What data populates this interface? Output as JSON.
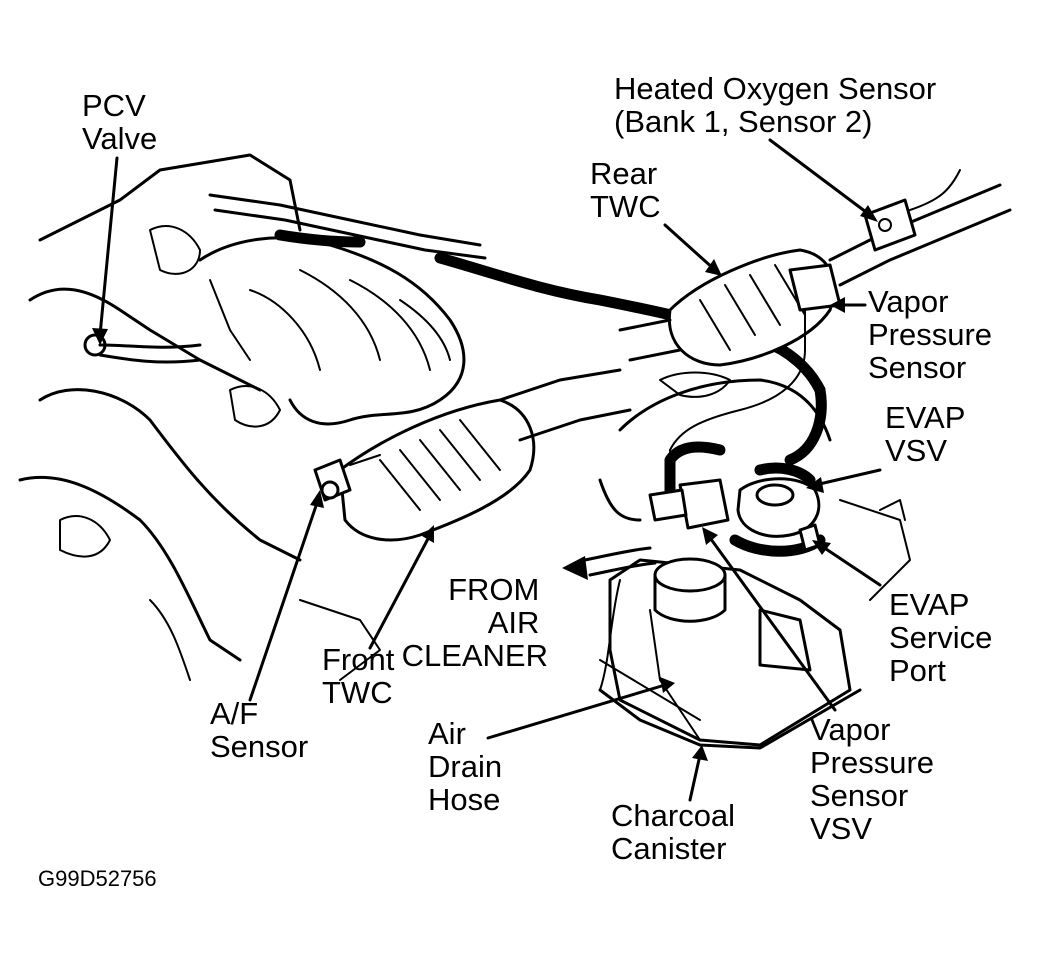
{
  "labels": {
    "pcv_valve": [
      "PCV",
      "Valve"
    ],
    "heated_oxygen_sensor": [
      "Heated Oxygen Sensor",
      "(Bank 1, Sensor 2)"
    ],
    "rear_twc": [
      "Rear",
      "TWC"
    ],
    "vapor_pressure_sensor": [
      "Vapor",
      "Pressure",
      "Sensor"
    ],
    "evap_vsv": [
      "EVAP",
      "VSV"
    ],
    "evap_service_port": [
      "EVAP",
      "Service",
      "Port"
    ],
    "from_air_cleaner": [
      "FROM",
      "AIR",
      "CLEANER"
    ],
    "front_twc": [
      "Front",
      "TWC"
    ],
    "af_sensor": [
      "A/F",
      "Sensor"
    ],
    "air_drain_hose": [
      "Air",
      "Drain",
      "Hose"
    ],
    "vapor_pressure_sensor_vsv": [
      "Vapor",
      "Pressure",
      "Sensor",
      "VSV"
    ],
    "charcoal_canister": [
      "Charcoal",
      "Canister"
    ]
  },
  "figure_code": "G99D52756"
}
